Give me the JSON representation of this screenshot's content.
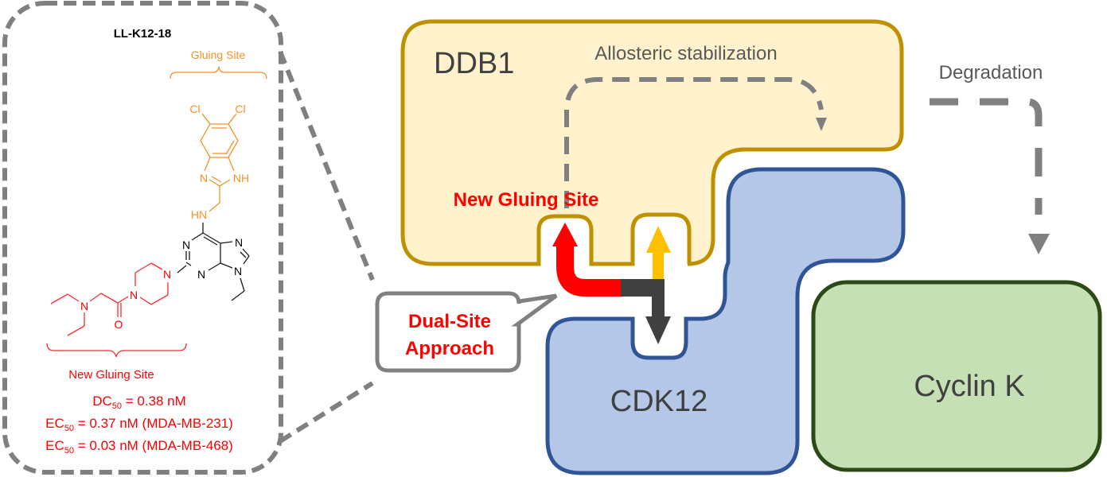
{
  "compound": {
    "name": "LL-K12-18",
    "gluing_site_label": "Gluing Site",
    "new_gluing_site_label": "New Gluing Site",
    "atoms": {
      "cl1": "Cl",
      "cl2": "Cl",
      "n_imid": "N",
      "nh_imid": "NH",
      "hn_link": "HN",
      "n_pur1": "N",
      "n_pur3": "N",
      "n_pur7": "N",
      "n_pur9": "N",
      "n_pip1": "N",
      "n_pip4": "N",
      "n_amine": "N",
      "o_carbonyl": "O"
    },
    "metrics": [
      {
        "prefix": "DC",
        "sub": "50",
        "text": " = 0.38 nM"
      },
      {
        "prefix": "EC",
        "sub": "50",
        "text": " = 0.37 nM (MDA-MB-231)"
      },
      {
        "prefix": "EC",
        "sub": "50",
        "text": " = 0.03 nM (MDA-MB-468)"
      }
    ]
  },
  "callout": {
    "line1": "Dual-Site",
    "line2": "Approach"
  },
  "proteins": {
    "ddb1": {
      "label": "DDB1",
      "fill": "#fff2cc",
      "stroke": "#bf9000"
    },
    "cdk12": {
      "label": "CDK12",
      "fill": "#b4c7e7",
      "stroke": "#2f5597"
    },
    "cyclin_k": {
      "label": "Cyclin K",
      "fill": "#c5e0b4",
      "stroke": "#2b4a16"
    }
  },
  "annotations": {
    "allosteric": "Allosteric stabilization",
    "degradation": "Degradation",
    "new_gluing_site": "New Gluing Site"
  },
  "colors": {
    "red_arrow": "#ff0000",
    "yellow_arrow": "#ffc000",
    "dark_arrow": "#404040",
    "dashed_grey": "#808080",
    "orange_chem": "#f59126"
  }
}
